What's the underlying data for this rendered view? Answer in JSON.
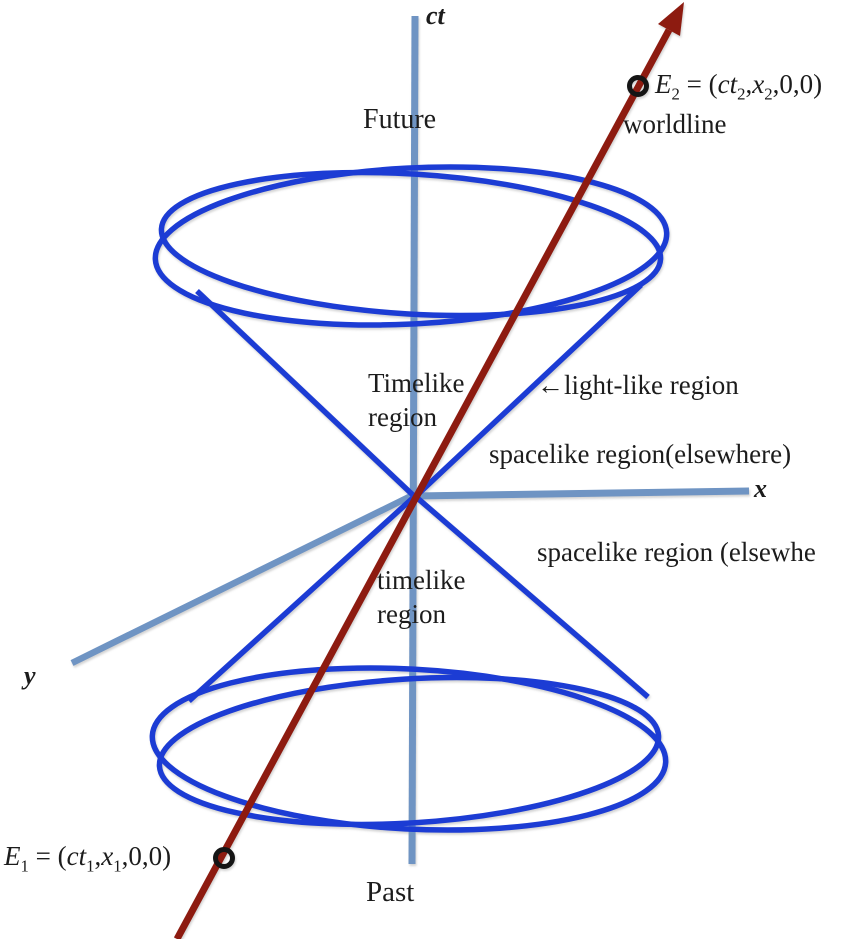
{
  "colors": {
    "cone": "#1c3cd4",
    "axis": "#6f94c3",
    "worldline": "#8d1b10",
    "marker": "#151515",
    "text": "#1c1c1c"
  },
  "axes": {
    "ct_label": "ct",
    "x_label": "x",
    "y_label": "y"
  },
  "regions": {
    "future": "Future",
    "past": "Past",
    "timelike_upper_line1": "Timelike",
    "timelike_upper_line2": "region",
    "timelike_lower_line1": "timelike",
    "timelike_lower_line2": "region",
    "lightlike_arrow": "←",
    "lightlike_text": "light-like region",
    "spacelike_upper": "spacelike region(elsewhere)",
    "spacelike_lower": "spacelike region (elsewhe"
  },
  "worldline": {
    "label": "worldline"
  },
  "events": {
    "e2": {
      "name": "E",
      "name_sub": "2",
      "eq": " = (",
      "var1": "ct",
      "var1_sub": "2",
      "comma1": ",",
      "var2": "x",
      "var2_sub": "2",
      "tail": ",0,0)"
    },
    "e1": {
      "name": "E",
      "name_sub": "1",
      "eq": " = (",
      "var1": "ct",
      "var1_sub": "1",
      "comma1": ",",
      "var2": "x",
      "var2_sub": "1",
      "tail": ",0,0)"
    }
  }
}
